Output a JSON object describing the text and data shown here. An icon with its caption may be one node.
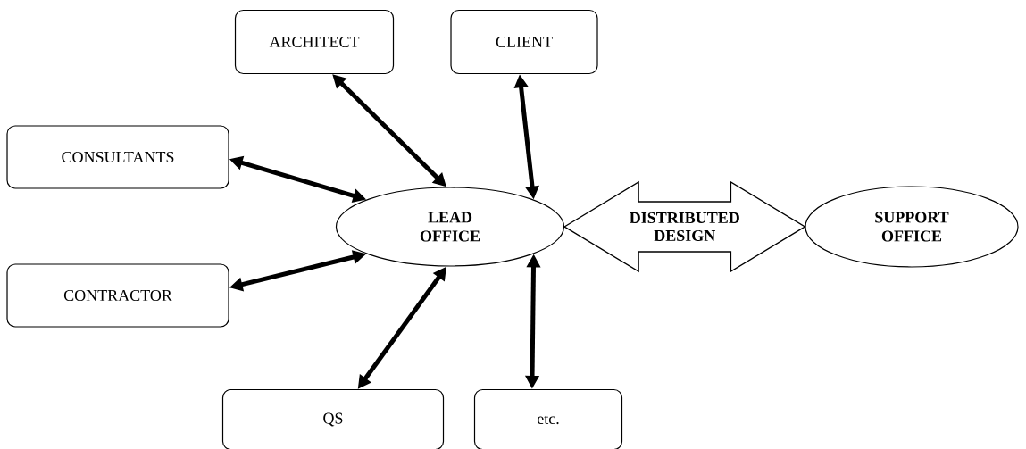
{
  "diagram": {
    "nodes": [
      {
        "text": [
          "ARCHITECT"
        ]
      },
      {
        "text": [
          "CLIENT"
        ]
      },
      {
        "text": [
          "CONSULTANTS"
        ]
      },
      {
        "text": [
          "LEAD OFFICE"
        ]
      },
      {
        "text": [
          "SUPPORT OFFICE"
        ]
      },
      {
        "text": [
          "CONTRACTOR"
        ]
      },
      {
        "text": [
          "QS"
        ]
      },
      {
        "text": [
          "etc."
        ]
      }
    ],
    "edges": [
      {
        "from": 0,
        "to": 3,
        "arrow": "both"
      },
      {
        "from": 1,
        "to": 3,
        "arrow": "both"
      },
      {
        "from": 2,
        "to": 3,
        "arrow": "both"
      },
      {
        "from": 3,
        "to": 4,
        "arrow": "both",
        "label": "DISTRIBUTED DESIGN",
        "style": "thick"
      },
      {
        "from": 5,
        "to": 3,
        "arrow": "both"
      },
      {
        "from": 6,
        "to": 3,
        "arrow": "both"
      },
      {
        "from": 7,
        "to": 3,
        "arrow": "both"
      }
    ]
  }
}
